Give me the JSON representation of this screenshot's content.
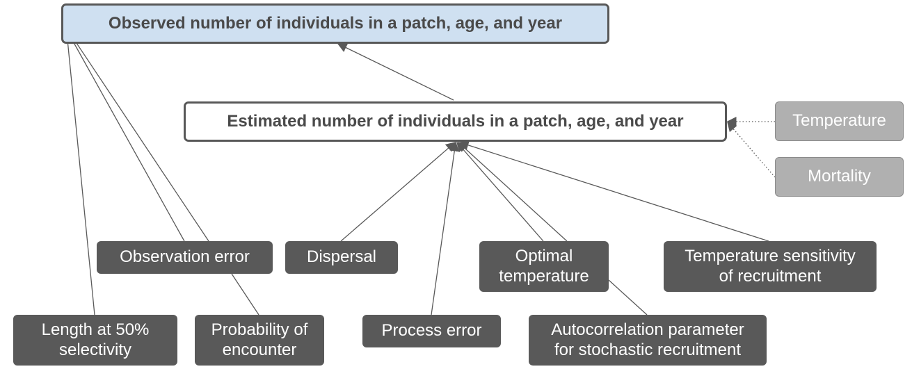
{
  "nodes": {
    "observed": "Observed number of individuals in a patch, age, and year",
    "estimated": "Estimated number of individuals in a patch, age, and year",
    "temperature": "Temperature",
    "mortality": "Mortality",
    "observation_error": "Observation error",
    "dispersal": "Dispersal",
    "optimal_temperature": "Optimal\ntemperature",
    "temp_sensitivity": "Temperature sensitivity\nof recruitment",
    "length_50": "Length at 50%\nselectivity",
    "prob_encounter": "Probability of\nencounter",
    "process_error": "Process error",
    "autocorrelation": "Autocorrelation parameter\nfor stochastic recruitment"
  },
  "colors": {
    "observed_fill": "#cfe0f1",
    "border": "#585858",
    "parameter_fill": "#595959",
    "environment_fill": "#b0b0b0",
    "edge": "#595959"
  }
}
